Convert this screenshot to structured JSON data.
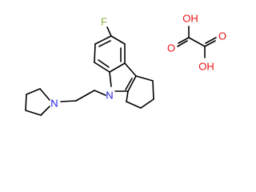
{
  "structure": {
    "atom_labels": {
      "fluorine": "F",
      "nitrogen_ring": "N",
      "nitrogen_pyrrolidine": "N",
      "oxygen_1": "O",
      "oxygen_2": "O",
      "hydroxyl_1": "OH",
      "hydroxyl_2": "OH"
    }
  },
  "colors": {
    "bond": "#000000",
    "fluorine": "#8db33f",
    "nitrogen": "#2020e6",
    "oxygen": "#ee1111"
  }
}
